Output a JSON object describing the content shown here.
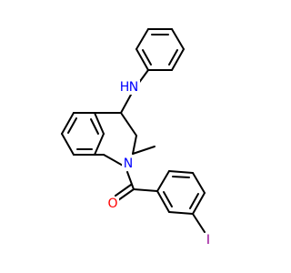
{
  "molecule": {
    "atom_labels": {
      "nh": "N",
      "h": "H",
      "n_ring": "N",
      "oxygen": "O",
      "iodine": "I"
    },
    "colors": {
      "bond": "#000000",
      "nitrogen": "#0000ff",
      "oxygen": "#ff0000",
      "iodine": "#940094",
      "hydrogen": "#0000ff"
    }
  }
}
